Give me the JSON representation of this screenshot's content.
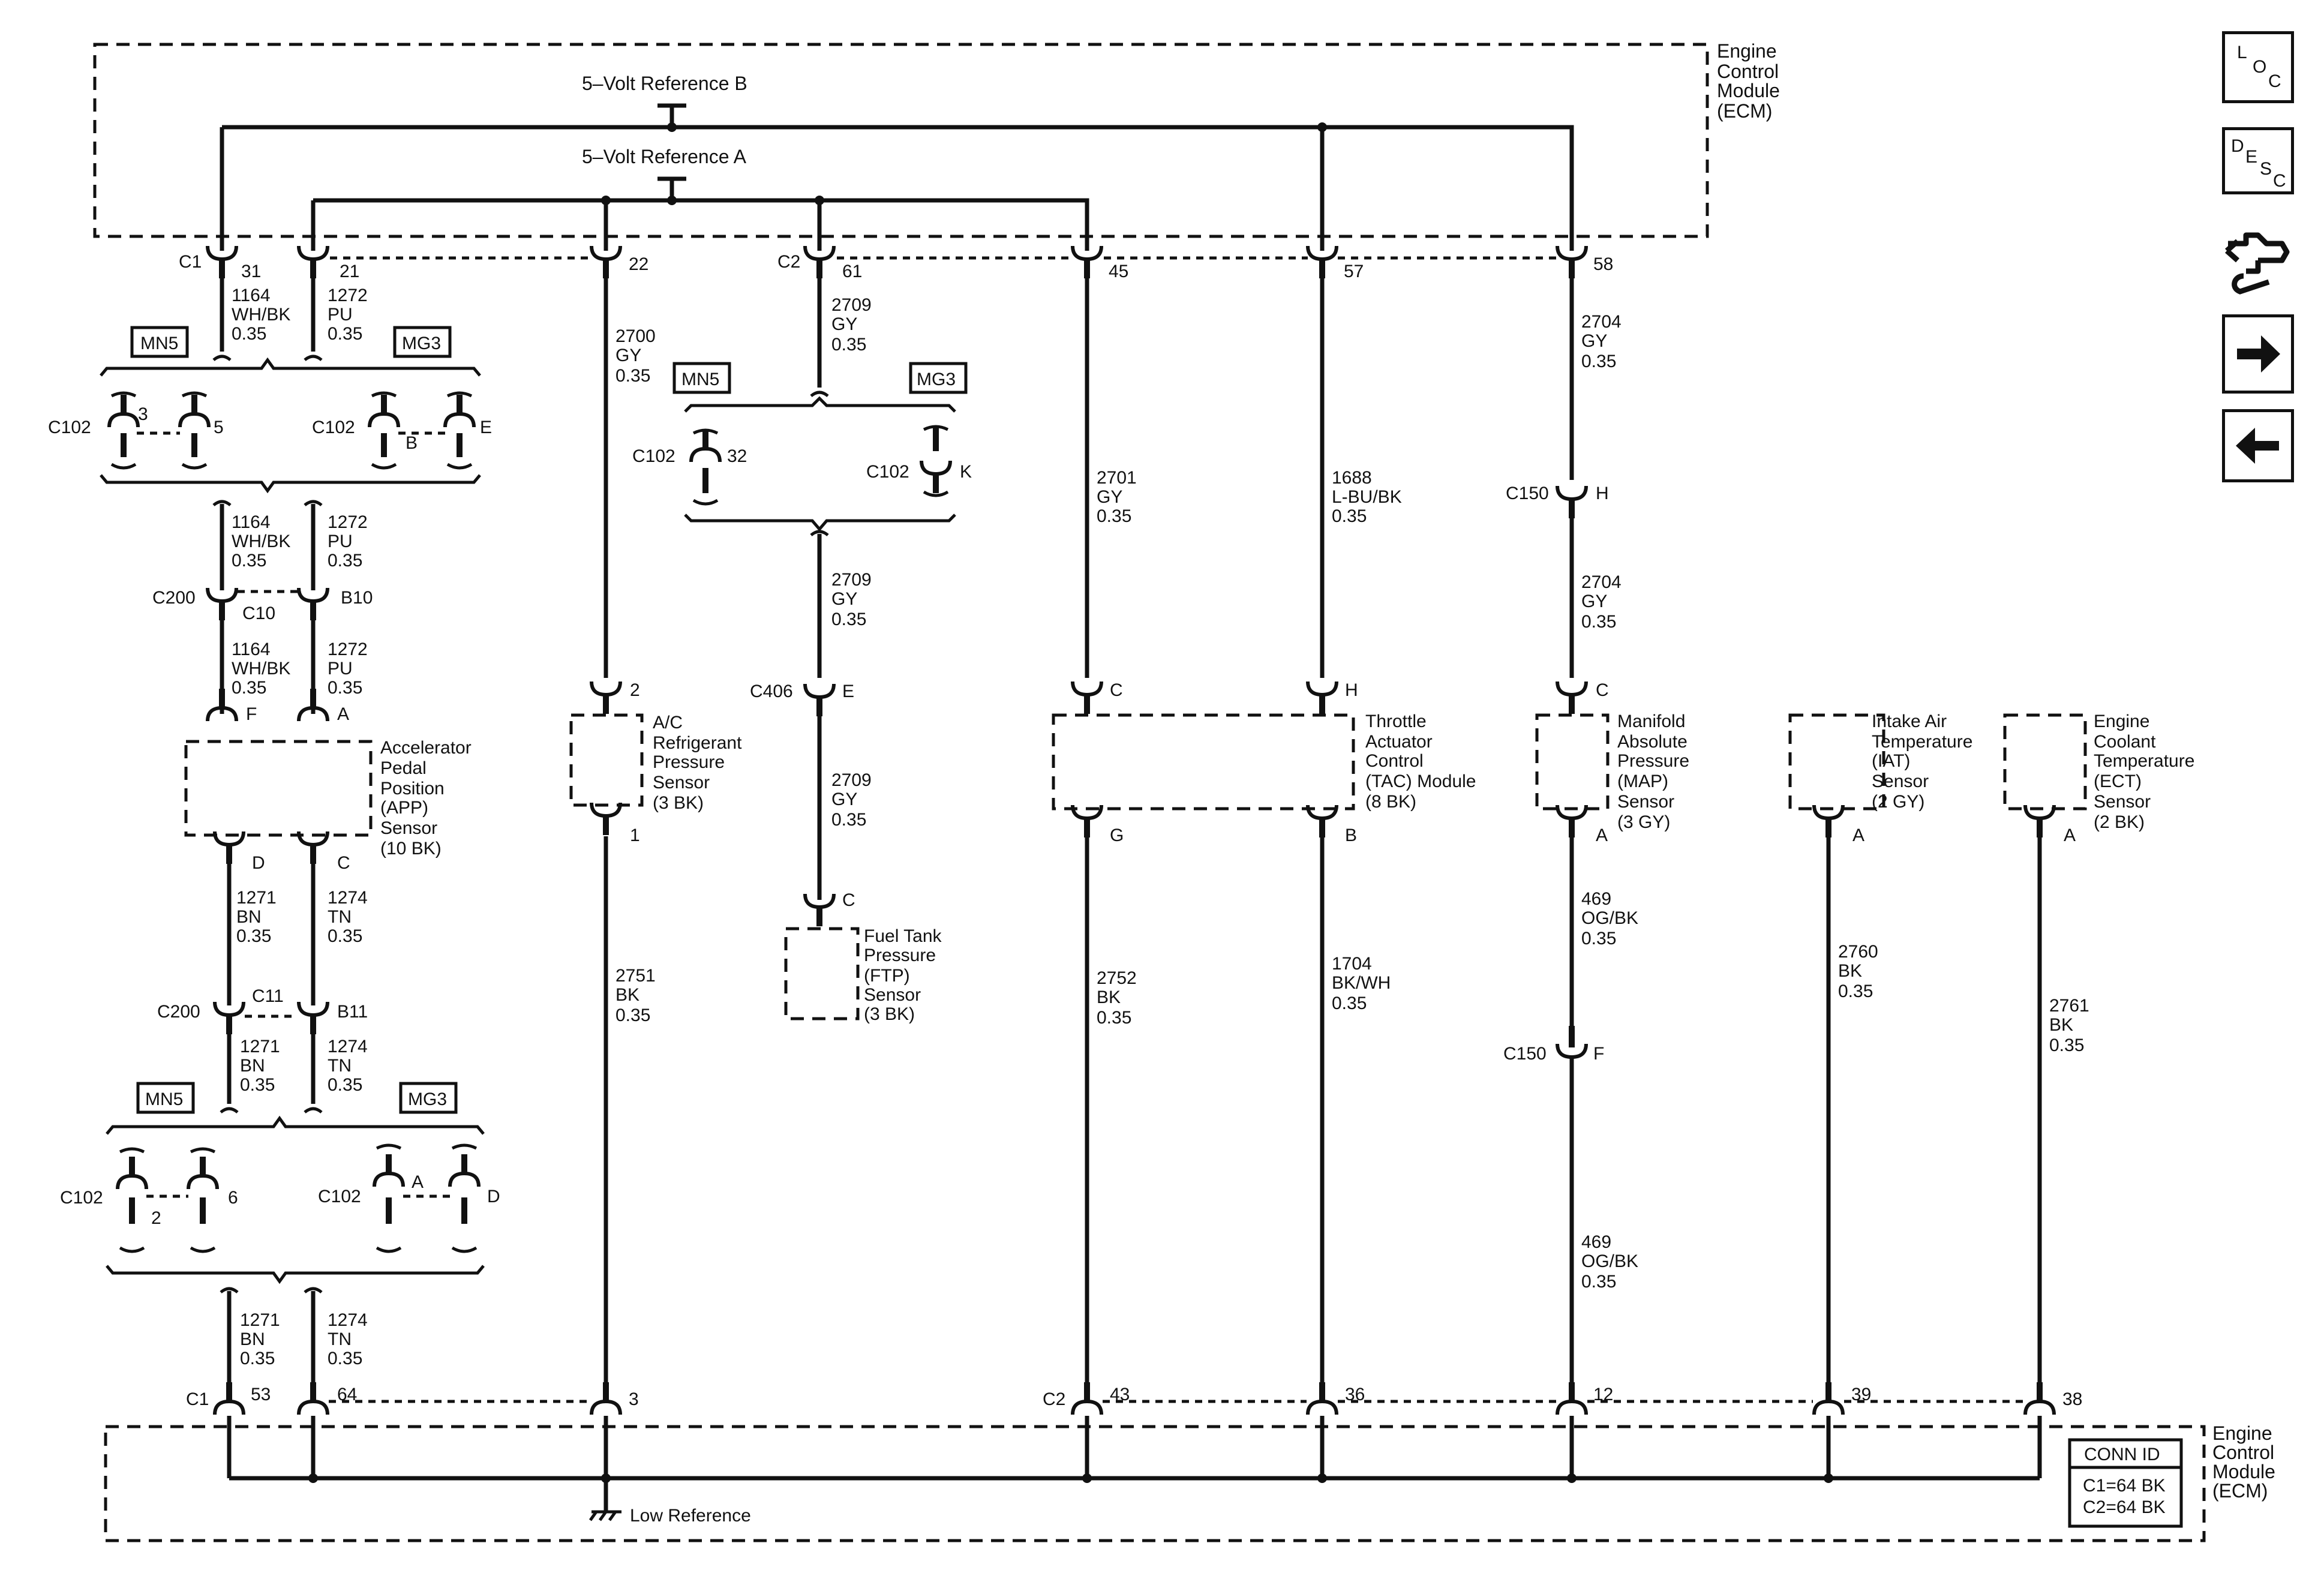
{
  "ecm": {
    "line1": "Engine",
    "line2": "Control",
    "line3": "Module",
    "line4": "(ECM)"
  },
  "refs": {
    "ref_b": "5–Volt Reference B",
    "ref_a": "5–Volt Reference A",
    "low_ref": "Low Reference"
  },
  "connectors": {
    "c1": "C1",
    "c2": "C2",
    "c102": "C102",
    "c200": "C200",
    "c150": "C150",
    "c406": "C406",
    "c10": "C10",
    "c11": "C11",
    "mn5": "MN5",
    "mg3": "MG3"
  },
  "pins": {
    "p31": "31",
    "p21": "21",
    "p22": "22",
    "p61": "61",
    "p45": "45",
    "p57": "57",
    "p58": "58",
    "p53": "53",
    "p64": "64",
    "p3": "3",
    "p43": "43",
    "p36": "36",
    "p12": "12",
    "p39": "39",
    "p38": "38",
    "c3": "3",
    "c5": "5",
    "cB": "B",
    "cE": "E",
    "c32": "32",
    "cK": "K",
    "c2": "2",
    "c6": "6",
    "cA": "A",
    "cD": "D",
    "b10": "B10",
    "b11": "B11",
    "pF": "F",
    "pA": "A",
    "pD": "D",
    "pC": "C",
    "p2": "2",
    "p1": "1",
    "tacC": "C",
    "tacH": "H",
    "tacG": "G",
    "tacB": "B",
    "mapC": "C",
    "mapA": "A",
    "iatA": "A",
    "ectA": "A",
    "ftpC": "C",
    "c406E": "E",
    "c150H": "H",
    "c150F": "F"
  },
  "wires": {
    "w1164": [
      "1164",
      "WH/BK",
      "0.35"
    ],
    "w1272": [
      "1272",
      "PU",
      "0.35"
    ],
    "w2700": [
      "2700",
      "GY",
      "0.35"
    ],
    "w2709": [
      "2709",
      "GY",
      "0.35"
    ],
    "w2701": [
      "2701",
      "GY",
      "0.35"
    ],
    "w1688": [
      "1688",
      "L-BU/BK",
      "0.35"
    ],
    "w2704": [
      "2704",
      "GY",
      "0.35"
    ],
    "w1271": [
      "1271",
      "BN",
      "0.35"
    ],
    "w1274": [
      "1274",
      "TN",
      "0.35"
    ],
    "w2751": [
      "2751",
      "BK",
      "0.35"
    ],
    "w2752": [
      "2752",
      "BK",
      "0.35"
    ],
    "w1704": [
      "1704",
      "BK/WH",
      "0.35"
    ],
    "w469": [
      "469",
      "OG/BK",
      "0.35"
    ],
    "w2760": [
      "2760",
      "BK",
      "0.35"
    ],
    "w2761": [
      "2761",
      "BK",
      "0.35"
    ]
  },
  "sensors": {
    "app": [
      "Accelerator",
      "Pedal",
      "Position",
      "(APP)",
      "Sensor",
      "(10 BK)"
    ],
    "ac": [
      "A/C",
      "Refrigerant",
      "Pressure",
      "Sensor",
      "(3 BK)"
    ],
    "ftp": [
      "Fuel Tank",
      "Pressure",
      "(FTP)",
      "Sensor",
      "(3 BK)"
    ],
    "tac": [
      "Throttle",
      "Actuator",
      "Control",
      "(TAC) Module",
      "(8 BK)"
    ],
    "map": [
      "Manifold",
      "Absolute",
      "Pressure",
      "(MAP)",
      "Sensor",
      "(3 GY)"
    ],
    "iat": [
      "Intake Air",
      "Temperature",
      "(IAT)",
      "Sensor",
      "(2 GY)"
    ],
    "ect": [
      "Engine",
      "Coolant",
      "Temperature",
      "(ECT)",
      "Sensor",
      "(2 BK)"
    ]
  },
  "conn_id": {
    "title": "CONN ID",
    "c1": "C1=64 BK",
    "c2": "C2=64 BK"
  },
  "nav": {
    "loc": {
      "l": "L",
      "o": "O",
      "c": "C"
    },
    "desc": {
      "d": "D",
      "e": "E",
      "s": "S",
      "c": "C"
    }
  },
  "icons": [
    "loc-icon",
    "desc-icon",
    "component-view-icon",
    "next-arrow-icon",
    "previous-arrow-icon",
    "ground-icon"
  ]
}
